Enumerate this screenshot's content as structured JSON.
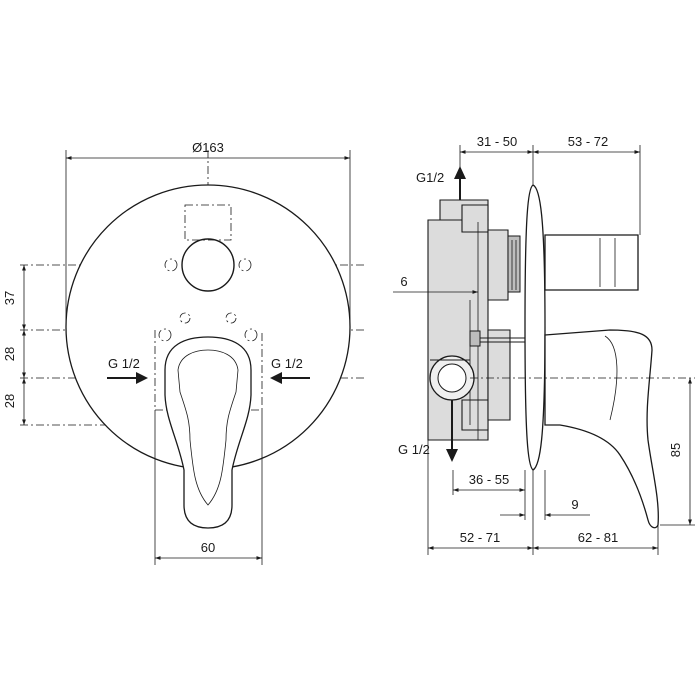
{
  "front_view": {
    "diameter_label": "Ø163",
    "dim_left_top": "37",
    "dim_left_mid": "28",
    "dim_left_bot": "28",
    "inlet_left_label": "G 1/2",
    "inlet_right_label": "G 1/2",
    "bottom_width_label": "60"
  },
  "side_view": {
    "outlet_top_label": "G1/2",
    "outlet_bottom_label": "G 1/2",
    "dim_top_left": "31 - 50",
    "dim_top_right": "53 - 72",
    "dim_wall": "6",
    "dim_36_55": "36 - 55",
    "dim_9": "9",
    "dim_52_71": "52 - 71",
    "dim_62_81": "62 - 81",
    "dim_85": "85"
  },
  "colors": {
    "line": "#1a1a1a",
    "housing_fill": "#dcdcdc"
  }
}
